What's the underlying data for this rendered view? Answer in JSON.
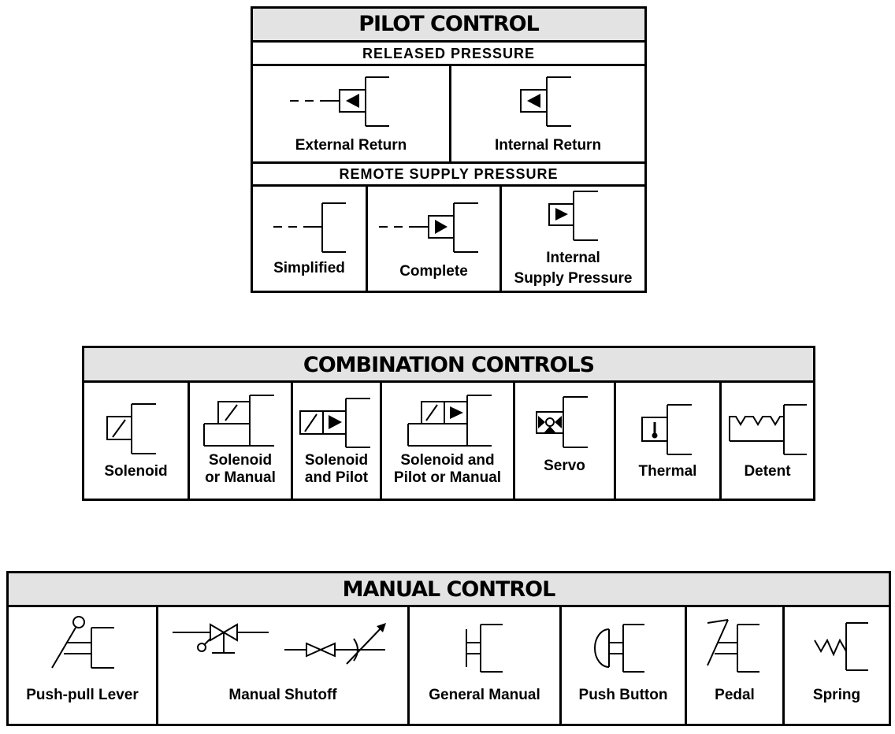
{
  "pilot_control": {
    "title": "PILOT CONTROL",
    "released_pressure": {
      "heading": "RELEASED PRESSURE",
      "items": [
        {
          "label": "External Return"
        },
        {
          "label": "Internal Return"
        }
      ]
    },
    "remote_supply_pressure": {
      "heading": "REMOTE SUPPLY PRESSURE",
      "items": [
        {
          "label": "Simplified"
        },
        {
          "label": "Complete"
        },
        {
          "label_line1": "Internal",
          "label_line2": "Supply Pressure"
        }
      ]
    }
  },
  "combination_controls": {
    "title": "COMBINATION CONTROLS",
    "items": [
      {
        "label_line1": "Solenoid",
        "label_line2": ""
      },
      {
        "label_line1": "Solenoid",
        "label_line2": "or Manual"
      },
      {
        "label_line1": "Solenoid",
        "label_line2": "and Pilot"
      },
      {
        "label_line1": "Solenoid and",
        "label_line2": "Pilot or Manual"
      },
      {
        "label_line1": "Servo",
        "label_line2": ""
      },
      {
        "label_line1": "Thermal",
        "label_line2": ""
      },
      {
        "label_line1": "Detent",
        "label_line2": ""
      }
    ]
  },
  "manual_control": {
    "title": "MANUAL CONTROL",
    "items": [
      {
        "label": "Push-pull Lever"
      },
      {
        "label": "Manual Shutoff"
      },
      {
        "label": "General Manual"
      },
      {
        "label": "Push Button"
      },
      {
        "label": "Pedal"
      },
      {
        "label": "Spring"
      }
    ]
  }
}
